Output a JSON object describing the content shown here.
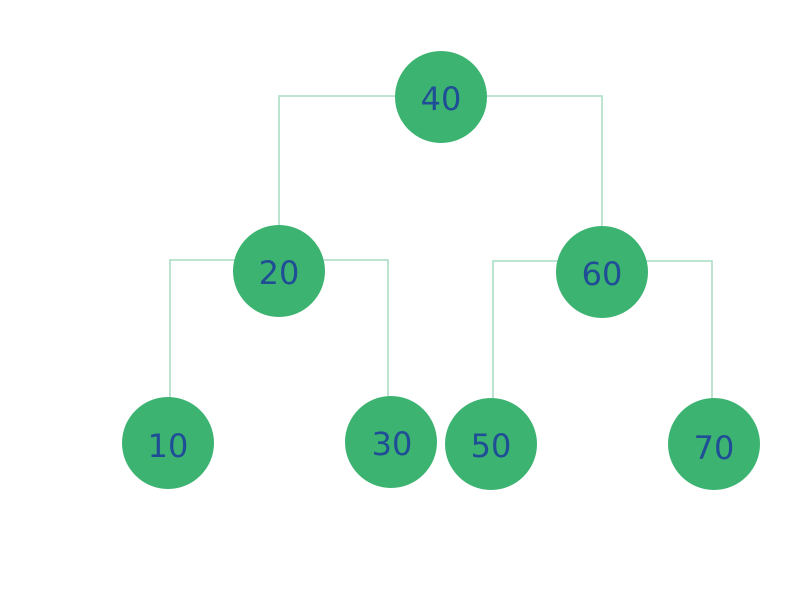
{
  "tree": {
    "colors": {
      "node_fill": "#3cb371",
      "label_text": "#1f4e96",
      "edge": "#a6dcc2",
      "background": "#ffffff"
    },
    "nodes": [
      {
        "id": "n40",
        "label": "40"
      },
      {
        "id": "n20",
        "label": "20"
      },
      {
        "id": "n60",
        "label": "60"
      },
      {
        "id": "n10",
        "label": "10"
      },
      {
        "id": "n30",
        "label": "30"
      },
      {
        "id": "n50",
        "label": "50"
      },
      {
        "id": "n70",
        "label": "70"
      }
    ],
    "edges": [
      {
        "from": "n40",
        "to": "n20"
      },
      {
        "from": "n40",
        "to": "n60"
      },
      {
        "from": "n20",
        "to": "n10"
      },
      {
        "from": "n20",
        "to": "n30"
      },
      {
        "from": "n60",
        "to": "n50"
      },
      {
        "from": "n60",
        "to": "n70"
      }
    ]
  }
}
